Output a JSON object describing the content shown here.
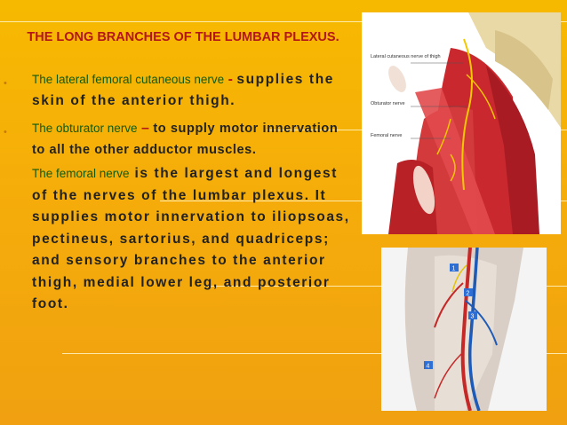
{
  "slide": {
    "title": "THE LONG BRANCHES OF THE LUMBAR PLEXUS.",
    "bullets": [
      {
        "term": "The lateral femoral cutaneous nerve",
        "sep": " - ",
        "text": "supplies the skin of the anterior thigh."
      },
      {
        "term": "The obturator nerve",
        "sep": " – ",
        "text": "to supply motor innervation to all the other adductor muscles."
      },
      {
        "term": "The femoral nerve",
        "sep": " ",
        "text": "is the largest and longest of the nerves of the lumbar plexus. It supplies motor innervation to iliopsoas, pectineus, sartorius, and quadriceps; and sensory branches to the anterior thigh, medial lower leg, and posterior foot."
      }
    ]
  },
  "figure1": {
    "labels": [
      "Lateral cutaneous nerve of thigh",
      "Obturator nerve",
      "Femoral nerve"
    ]
  },
  "figure2": {
    "markers": [
      "1",
      "2",
      "3",
      "4"
    ]
  },
  "colors": {
    "background": "#f7b900",
    "title_red": "#b31616",
    "term_green": "#0f5a10",
    "text_dark": "#222222"
  }
}
